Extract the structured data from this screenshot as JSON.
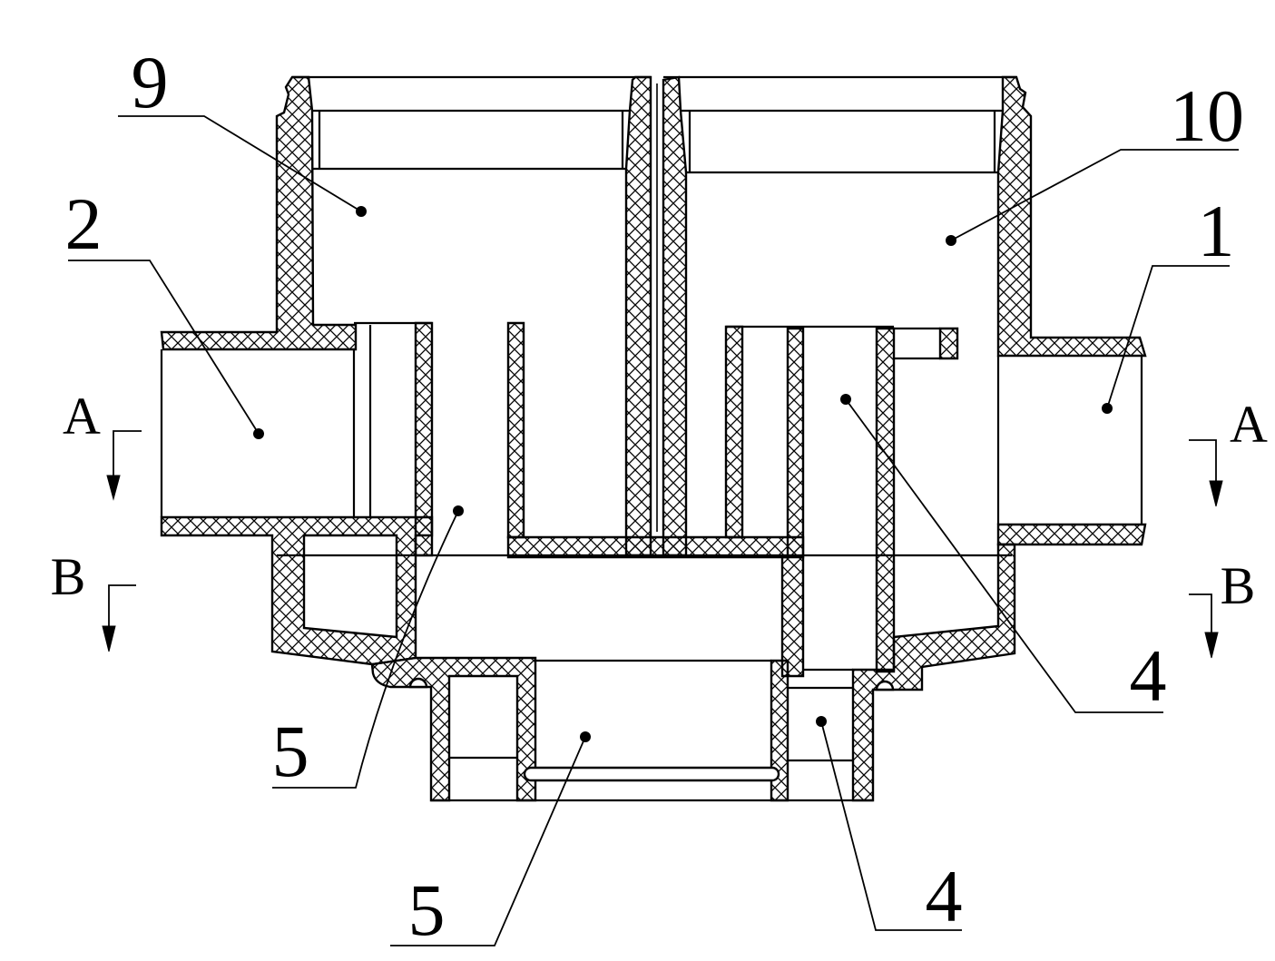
{
  "callouts": {
    "part_9": "9",
    "part_10": "10",
    "part_2": "2",
    "part_1": "1",
    "part_4_upper": "4",
    "part_4_lower": "4",
    "part_5_upper": "5",
    "part_5_lower": "5"
  },
  "section_marks": {
    "a_left": "A",
    "a_right": "A",
    "b_left": "B",
    "b_right": "B"
  },
  "colors": {
    "ink": "#000000",
    "paper": "#ffffff"
  }
}
